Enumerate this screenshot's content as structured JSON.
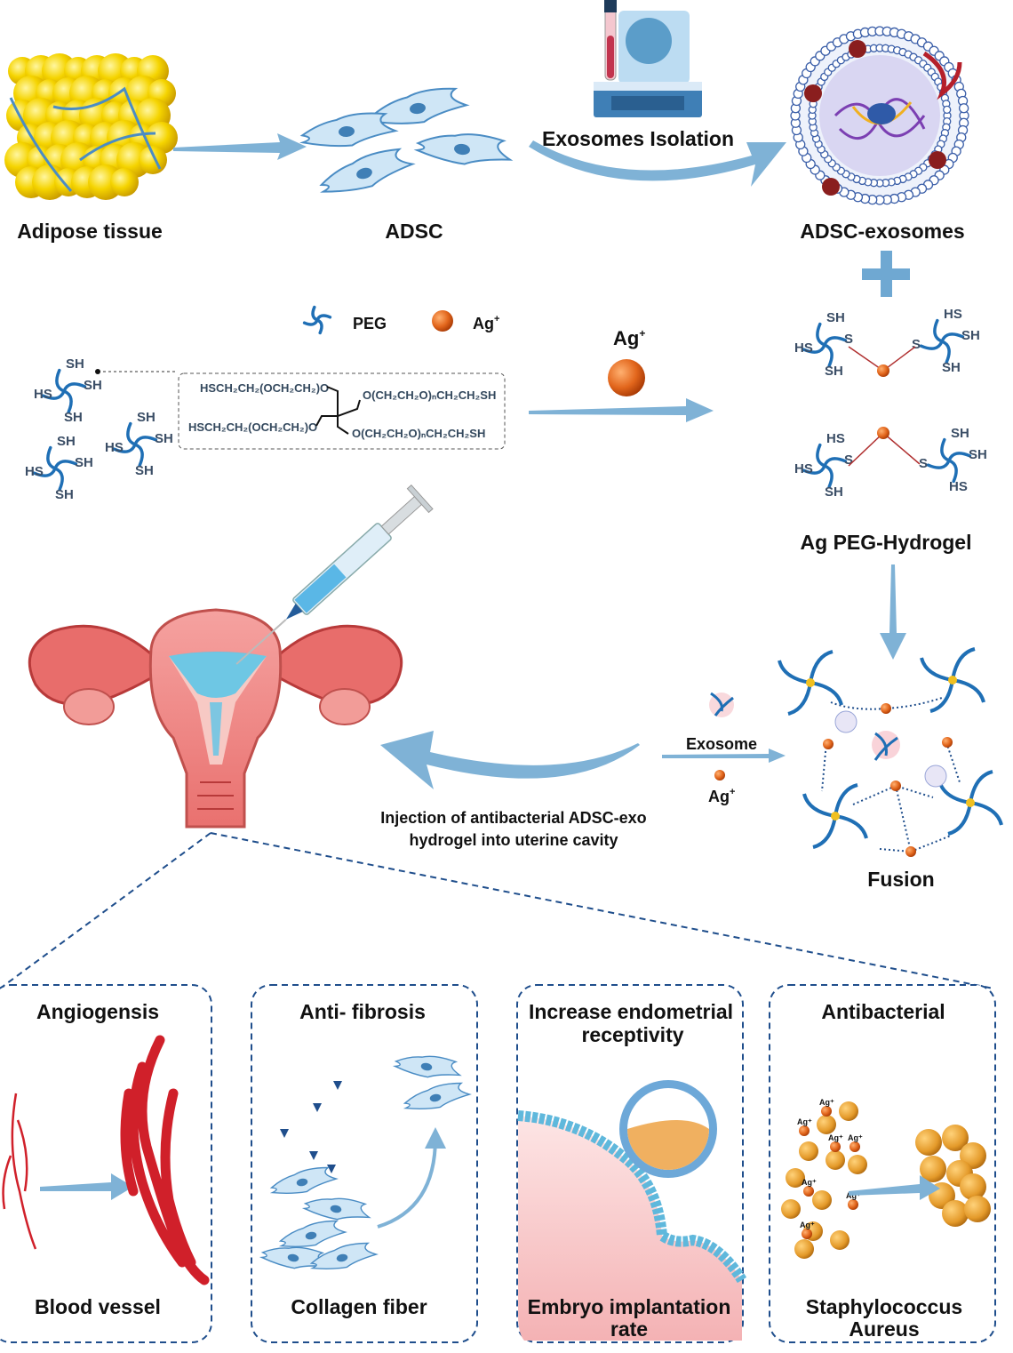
{
  "top": {
    "adipose_label": "Adipose tissue",
    "adsc_label": "ADSC",
    "isolation_label": "Exosomes Isolation",
    "exosomes_label": "ADSC-exosomes"
  },
  "legend": {
    "peg_label": "PEG",
    "ag_label": "Ag",
    "ag_sup": "+"
  },
  "formula": {
    "line1": "HSCH₂CH₂(OCH₂CH₂)O",
    "line2": "HSCH₂CH₂(OCH₂CH₂)O",
    "line3": "O(CH₂CH₂O)ₙCH₂CH₂SH",
    "line4": "O(CH₂CH₂O)ₙCH₂CH₂SH"
  },
  "reaction": {
    "ag_label": "Ag",
    "ag_sup": "+",
    "product_label": "Ag PEG-Hydrogel"
  },
  "molecules": {
    "left": [
      [
        "SH",
        "SH",
        "SH",
        "HS"
      ],
      [
        "SH",
        "SH",
        "SH",
        "HS"
      ],
      [
        "SH",
        "SH",
        "SH",
        "HS"
      ]
    ],
    "right_top": [
      [
        "SH",
        "S",
        "SH",
        "HS"
      ],
      [
        "HS",
        "SH",
        "SH",
        "S"
      ]
    ],
    "right_bottom": [
      [
        "HS",
        "S",
        "SH",
        "HS"
      ],
      [
        "SH",
        "SH",
        "HS",
        "S"
      ]
    ]
  },
  "fusion": {
    "exosome_label": "Exosome",
    "ag_label": "Ag",
    "ag_sup": "+",
    "fusion_label": "Fusion",
    "injection_line1": "Injection of antibacterial ADSC-exo",
    "injection_line2": "hydrogel into uterine cavity"
  },
  "panels": [
    {
      "title": [
        "Angiogensis"
      ],
      "caption": [
        "Blood vessel"
      ]
    },
    {
      "title": [
        "Anti- fibrosis"
      ],
      "caption": [
        "Collagen fiber"
      ]
    },
    {
      "title": [
        "Increase endometrial",
        "receptivity"
      ],
      "caption": [
        "Embryo implantation",
        "rate"
      ]
    },
    {
      "title": [
        "Antibacterial"
      ],
      "caption": [
        "Staphylococcus",
        "Aureus"
      ]
    }
  ],
  "bacteria_ag_label": "Ag⁺",
  "colors": {
    "arrow": "#7fb2d6",
    "molecule": "#1f6fb5",
    "silver": "#e2661c",
    "vessel": "#d0202a",
    "dash": "#1f4e8c"
  }
}
